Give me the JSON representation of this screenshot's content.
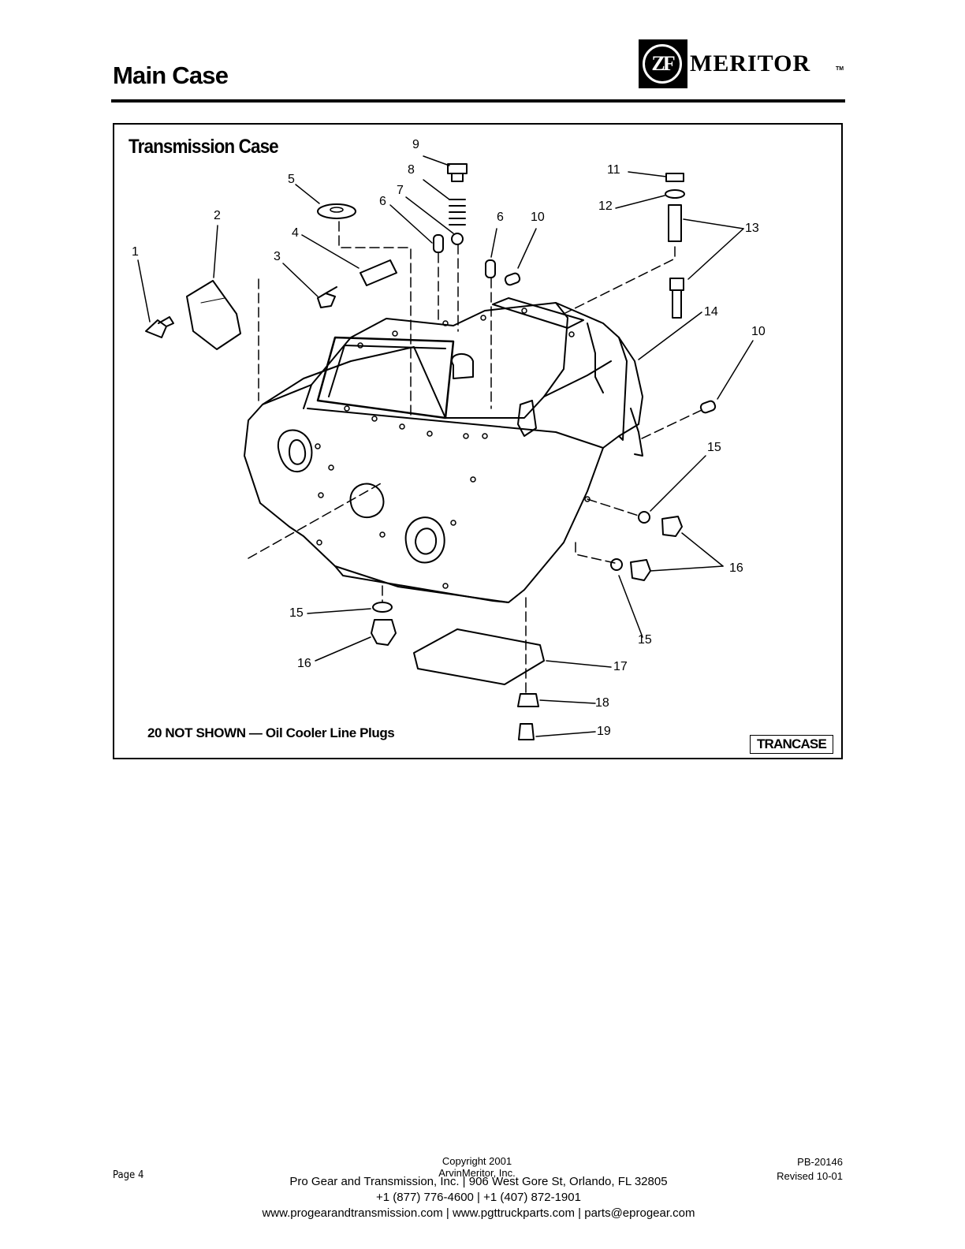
{
  "header": {
    "title": "Main Case",
    "logo": {
      "mark": "ZF",
      "word": "MERITOR",
      "trademark": "TM"
    }
  },
  "figure": {
    "title": "Transmission Case",
    "note": "20 NOT SHOWN — Oil Cooler Line Plugs",
    "tag": "TRANCASE",
    "callouts": [
      "1",
      "2",
      "3",
      "4",
      "5",
      "6",
      "7",
      "8",
      "9",
      "6",
      "10",
      "11",
      "12",
      "13",
      "14",
      "10",
      "15",
      "16",
      "15",
      "16",
      "15",
      "17",
      "18",
      "19"
    ]
  },
  "footer": {
    "page": "Page 4",
    "copyright": "Copyright 2001",
    "company": "ArvinMeritor, Inc.",
    "doc_number": "PB-20146",
    "revision": "Revised 10-01",
    "dealer_line": "Pro Gear and Transmission, Inc. | 906 West Gore St, Orlando, FL  32805",
    "phone_line": "+1 (877) 776-4600 | +1 (407) 872-1901",
    "web_line": "www.progearandtransmission.com | www.pgttruckparts.com | parts@eprogear.com"
  }
}
